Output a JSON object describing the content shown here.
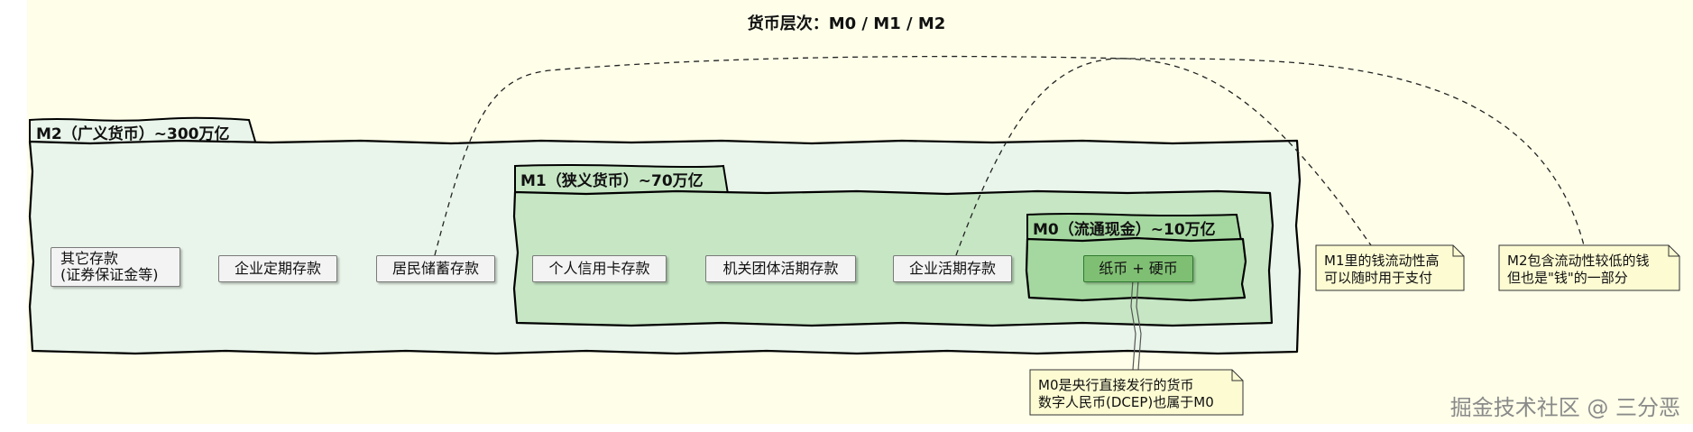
{
  "title": "货币层次：M0 / M1 / M2",
  "packages": {
    "m2": {
      "label": "M2（广义货币）~300万亿"
    },
    "m1": {
      "label": "M1（狭义货币）~70万亿"
    },
    "m0": {
      "label": "M0（流通现金）~10万亿"
    }
  },
  "items": {
    "other_deposits": {
      "line1": "其它存款",
      "line2": "(证券保证金等)"
    },
    "enterprise_fixed": "企业定期存款",
    "resident_savings": "居民储蓄存款",
    "personal_credit_card": "个人信用卡存款",
    "institution_demand": "机关团体活期存款",
    "enterprise_demand": "企业活期存款",
    "cash": "纸币 + 硬币"
  },
  "notes": {
    "m1_note": {
      "line1": "M1里的钱流动性高",
      "line2": "可以随时用于支付"
    },
    "m2_note": {
      "line1": "M2包含流动性较低的钱",
      "line2": "但也是\"钱\"的一部分"
    },
    "m0_note": {
      "line1": "M0是央行直接发行的货币",
      "line2": "数字人民币(DCEP)也属于M0"
    }
  },
  "colors": {
    "m2_fill": "#e9f5ea",
    "m1_fill": "#c6e6c4",
    "m0_fill": "#a5d8a0",
    "cash_fill": "#7fbf73",
    "note_fill": "#fcfbd2",
    "background": "#fefee9"
  },
  "watermark": "掘金技术社区 @ 三分恶"
}
